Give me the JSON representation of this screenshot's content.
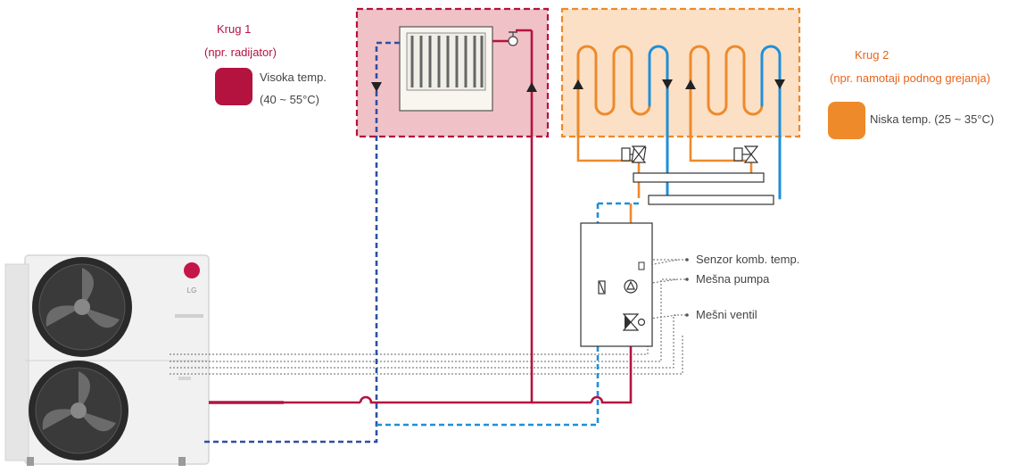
{
  "circuit1": {
    "title": "Krug 1",
    "subtitle": "(npr. radijator)",
    "temp_label": "Visoka temp.",
    "temp_range": "(40 ~ 55°C)",
    "color": "#b4133f"
  },
  "circuit2": {
    "title": "Krug 2",
    "subtitle": "(npr. namotaji podnog grejanja)",
    "temp_label": "Niska temp. (25 ~ 35°C)",
    "color": "#ee8a2a"
  },
  "callouts": {
    "sensor": "Senzor komb. temp.",
    "pump": "Mešna pumpa",
    "valve": "Mešni ventil"
  },
  "unit": {
    "brand": "LG"
  },
  "colors": {
    "supply_red": "#b4133f",
    "return_blue": "#2d4fa3",
    "return_light_blue": "#1f8fd8",
    "pipe_orange": "#ee8a2a",
    "control_line": "#666666"
  }
}
